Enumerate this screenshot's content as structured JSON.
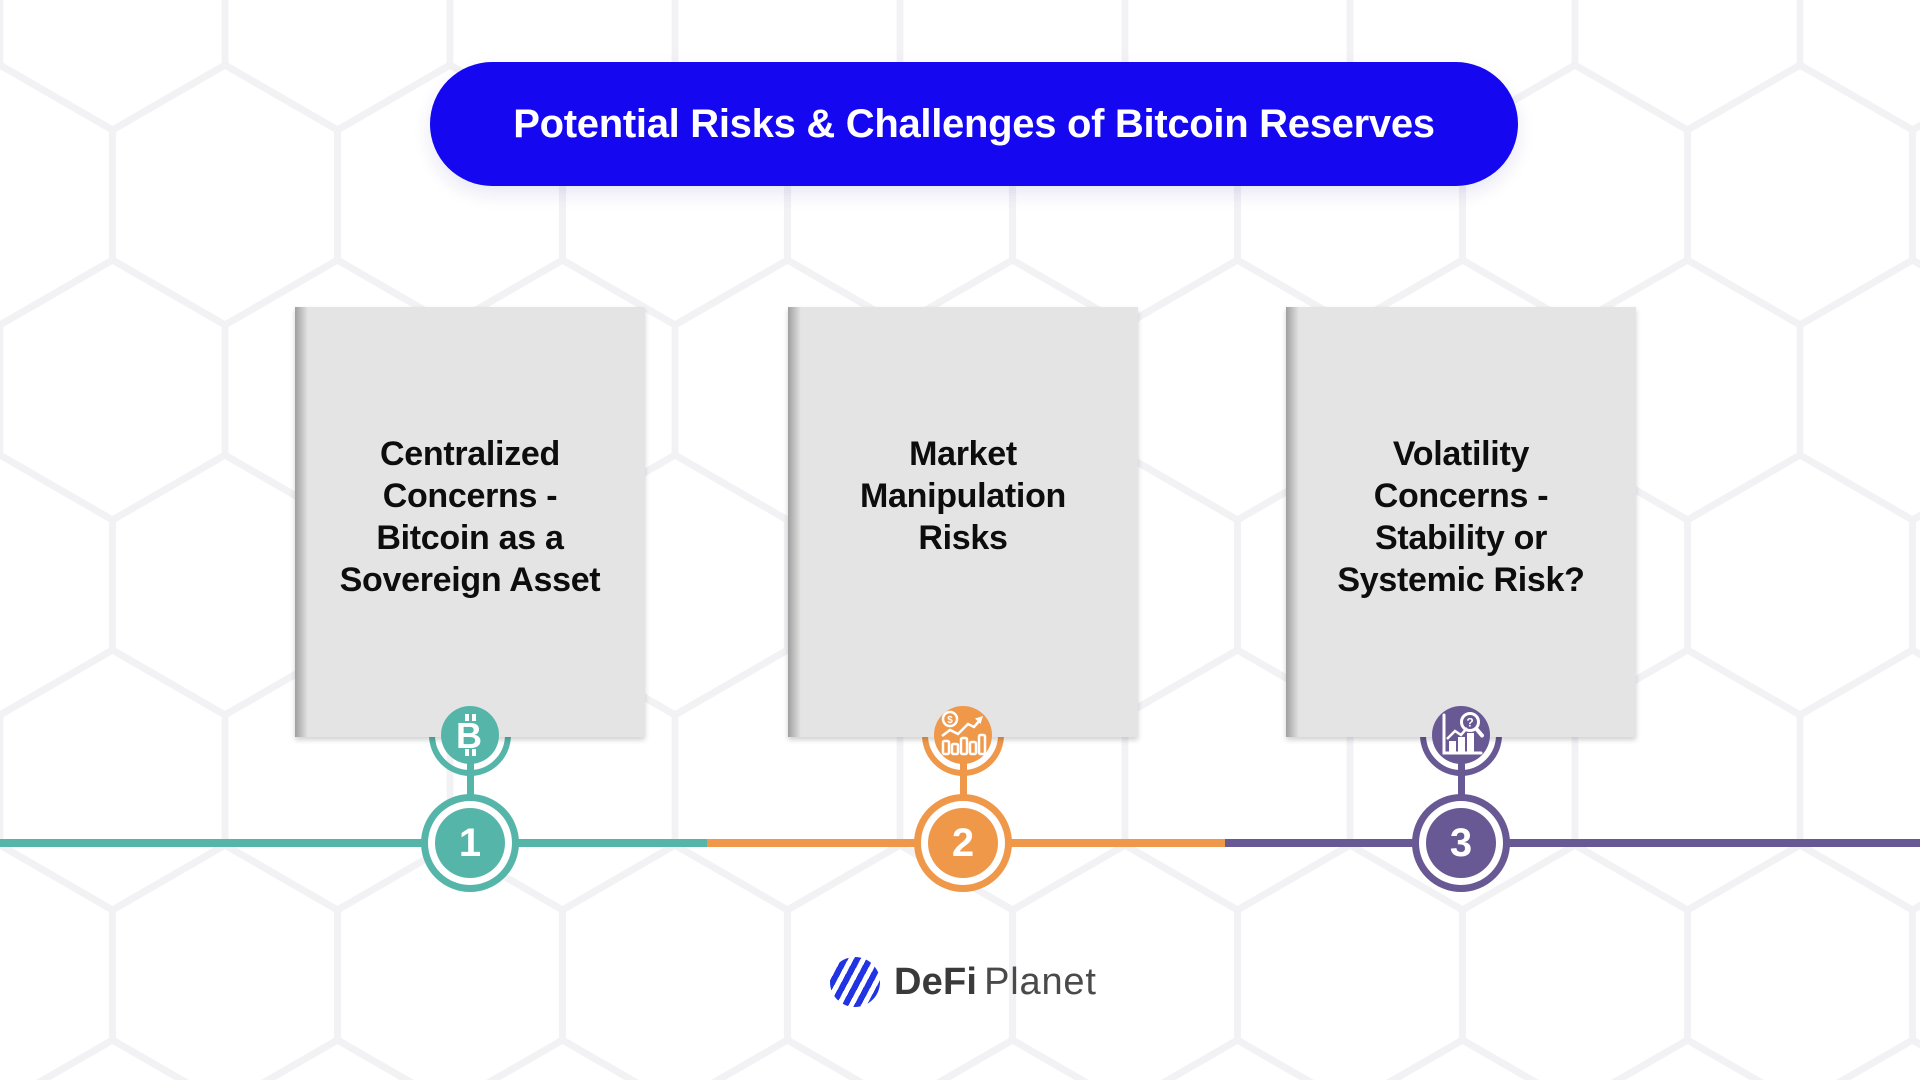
{
  "banner": {
    "title": "Potential Risks & Challenges of Bitcoin Reserves",
    "bg": "#1508f0",
    "text_color": "#ffffff"
  },
  "card": {
    "bg": "#e4e4e4",
    "text_color": "#0d0d0d"
  },
  "steps": [
    {
      "number": "1",
      "title": "Centralized\nConcerns -\nBitcoin as a\nSovereign Asset",
      "color": "#56b5a9",
      "icon": "bitcoin-icon"
    },
    {
      "number": "2",
      "title": "Market\nManipulation\nRisks",
      "color": "#f0984a",
      "icon": "growth-chart-dollar-icon"
    },
    {
      "number": "3",
      "title": "Volatility\nConcerns -\nStability or\nSystemic Risk?",
      "color": "#685894",
      "icon": "chart-magnifier-question-icon"
    }
  ],
  "footer": {
    "brand_bold": "DeFi",
    "brand_light": "Planet",
    "globe_color": "#2133e2"
  }
}
